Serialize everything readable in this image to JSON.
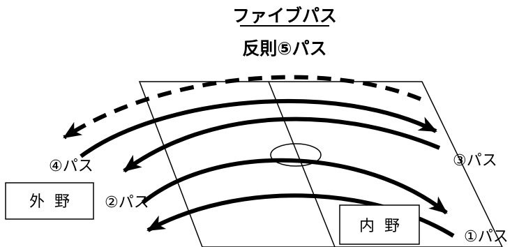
{
  "diagram": {
    "title": "ファイブパス",
    "subtitle": "反則⑤パス",
    "passes": {
      "p1": "①パス",
      "p2": "②パス",
      "p3": "③パス",
      "p4": "④パス"
    },
    "zones": {
      "outfield": "外野",
      "infield": "内野"
    }
  }
}
